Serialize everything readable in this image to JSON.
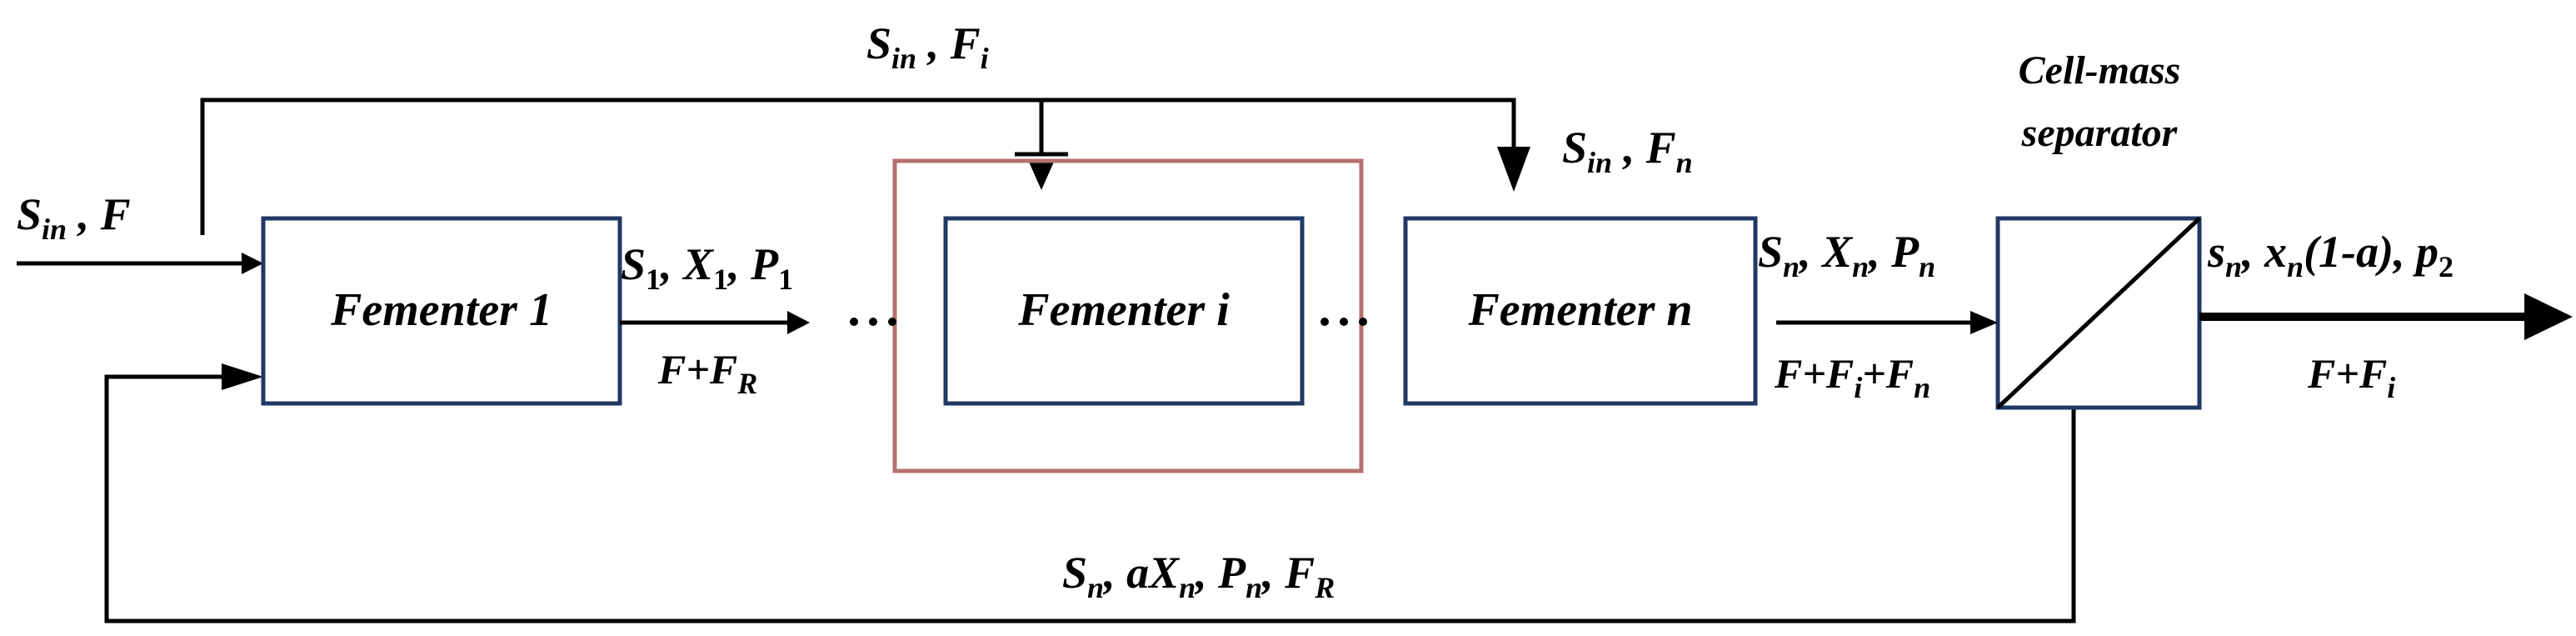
{
  "boxes": {
    "fermenter_1": "Fementer 1",
    "fermenter_i": "Fementer i",
    "fermenter_n": "Fementer n",
    "separator_title_line1": "Cell-mass",
    "separator_title_line2": "separator"
  },
  "streams": {
    "top_feed": {
      "S": "S",
      "S_sub": "in",
      "F": "F",
      "F_sub": "i"
    },
    "feed_n": {
      "S": "S",
      "S_sub": "in",
      "F": "F",
      "F_sub": "n"
    },
    "inlet": {
      "S": "S",
      "S_sub": "in",
      "F": "F"
    },
    "out_1": {
      "S": "S",
      "S_sub": "1",
      "X": "X",
      "X_sub": "1",
      "P": "P",
      "P_sub": "1"
    },
    "out_1_flow": {
      "F": "F+F",
      "F_sub": "R"
    },
    "out_n": {
      "S": "S",
      "S_sub": "n",
      "X": "X",
      "X_sub": "n",
      "P": "P",
      "P_sub": "n"
    },
    "out_n_flow": {
      "a": "F+F",
      "a_sub": "i",
      "b": "+F",
      "b_sub": "n"
    },
    "product": {
      "s": "s",
      "s_sub": "n",
      "x": "x",
      "x_sub": "n",
      "rest": "(1-a), p",
      "p_sub": "2"
    },
    "product_flow": {
      "F": "F+F",
      "F_sub": "i"
    },
    "recycle": {
      "S": "S",
      "S_sub": "n",
      "aX": "aX",
      "aX_sub": "n",
      "P": "P",
      "P_sub": "n",
      "F": "F",
      "F_sub": "R"
    }
  },
  "colors": {
    "box_border": "#1f3864",
    "highlight_frame": "#b5706f",
    "line": "#000000"
  }
}
